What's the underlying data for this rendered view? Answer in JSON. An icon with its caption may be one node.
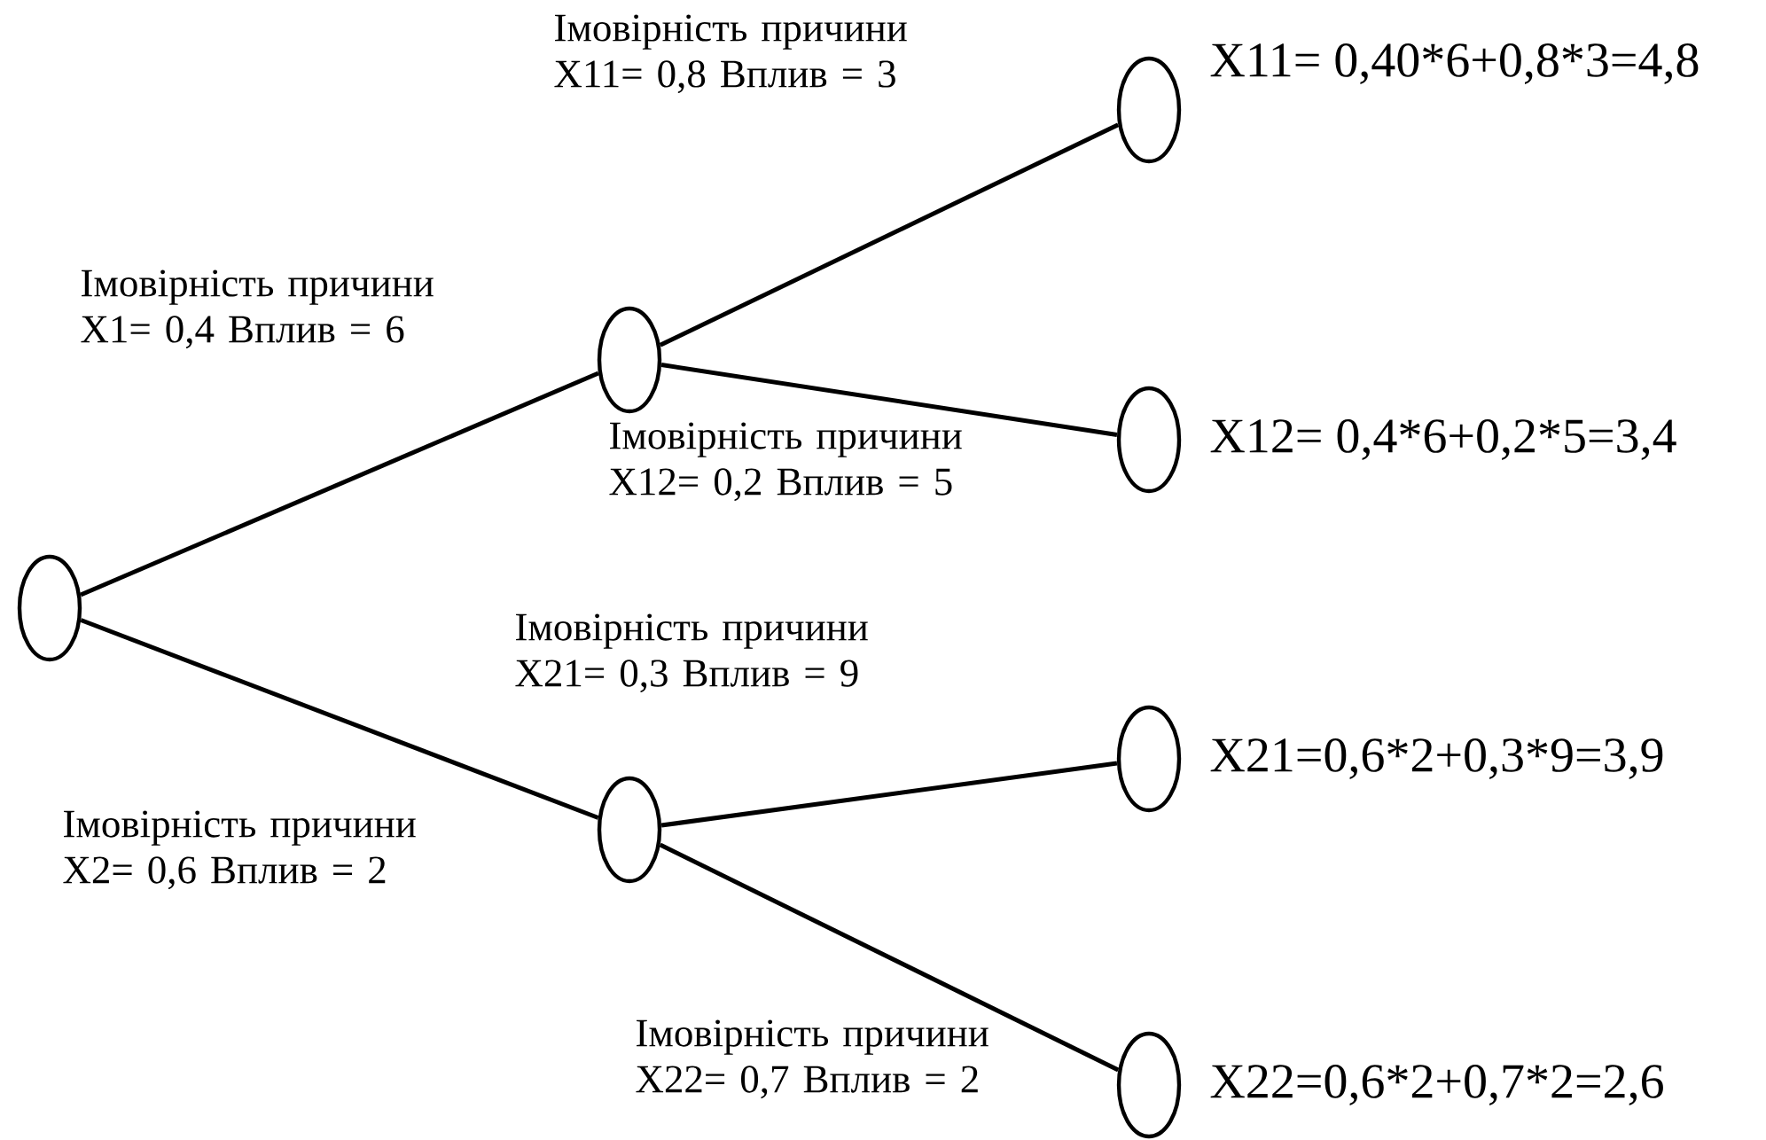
{
  "diagram": {
    "nodes": [
      {
        "text": [],
        "shape": "ellipse"
      },
      {
        "text": [],
        "shape": "ellipse"
      },
      {
        "text": [],
        "shape": "ellipse"
      },
      {
        "text": [],
        "shape": "ellipse",
        "beside": [
          "X11= 0,40*6+0,8*3=4,8"
        ]
      },
      {
        "text": [],
        "shape": "ellipse",
        "beside": [
          "X12= 0,4*6+0,2*5=3,4"
        ]
      },
      {
        "text": [],
        "shape": "ellipse",
        "beside": [
          "X21=0,6*2+0,3*9=3,9"
        ]
      },
      {
        "text": [],
        "shape": "ellipse",
        "beside": [
          "X22=0,6*2+0,7*2=2,6"
        ]
      }
    ],
    "edges": [
      {
        "from": 0,
        "to": 1,
        "arrow": "none",
        "label": "Імовірність причини X1= 0,4 Вплив = 6"
      },
      {
        "from": 0,
        "to": 2,
        "arrow": "none",
        "label": "Імовірність причини X2= 0,6 Вплив = 2"
      },
      {
        "from": 1,
        "to": 3,
        "arrow": "none",
        "label": "Імовірність причини X11= 0,8 Вплив = 3"
      },
      {
        "from": 1,
        "to": 4,
        "arrow": "none",
        "label": "Імовірність причини X12= 0,2 Вплив = 5"
      },
      {
        "from": 2,
        "to": 5,
        "arrow": "none",
        "label": "Імовірність причини X21= 0,3 Вплив = 9"
      },
      {
        "from": 2,
        "to": 6,
        "arrow": "none",
        "label": "Імовірність причини X22= 0,7 Вплив = 2"
      }
    ]
  }
}
